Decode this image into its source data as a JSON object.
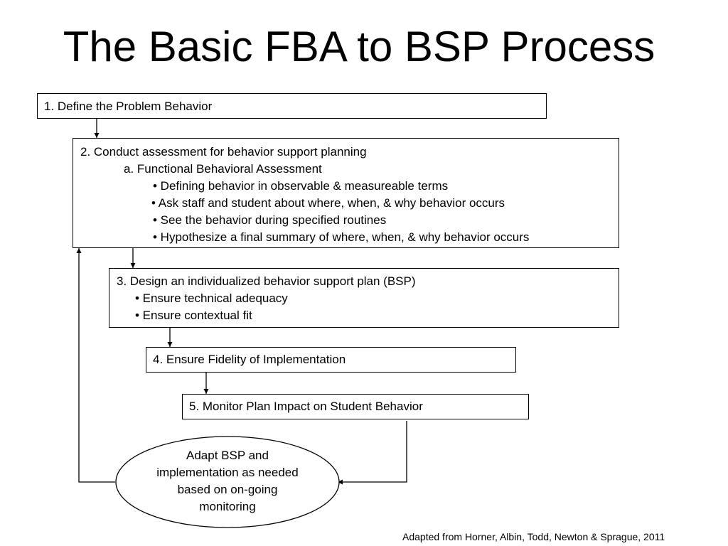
{
  "title": "The Basic FBA to BSP Process",
  "steps": {
    "step1": {
      "text": "1. Define the Problem Behavior"
    },
    "step2": {
      "heading": "2. Conduct assessment for behavior support planning",
      "sub_heading": "a. Functional Behavioral Assessment",
      "bullets": [
        "• Defining behavior in observable & measureable terms",
        "• Ask staff and student about where, when, & why behavior occurs",
        "• See the behavior during specified routines",
        "• Hypothesize a final summary of where, when, & why behavior occurs"
      ]
    },
    "step3": {
      "heading": "3. Design an individualized behavior support plan (BSP)",
      "bullets": [
        "• Ensure technical adequacy",
        "• Ensure contextual fit"
      ]
    },
    "step4": {
      "text": "4. Ensure Fidelity of Implementation"
    },
    "step5": {
      "text": "5. Monitor Plan Impact on Student Behavior"
    }
  },
  "adapt": {
    "lines": [
      "Adapt BSP and",
      "implementation  as needed",
      "based on on-going",
      "monitoring"
    ]
  },
  "citation": "Adapted from Horner, Albin, Todd, Newton & Sprague, 2011"
}
